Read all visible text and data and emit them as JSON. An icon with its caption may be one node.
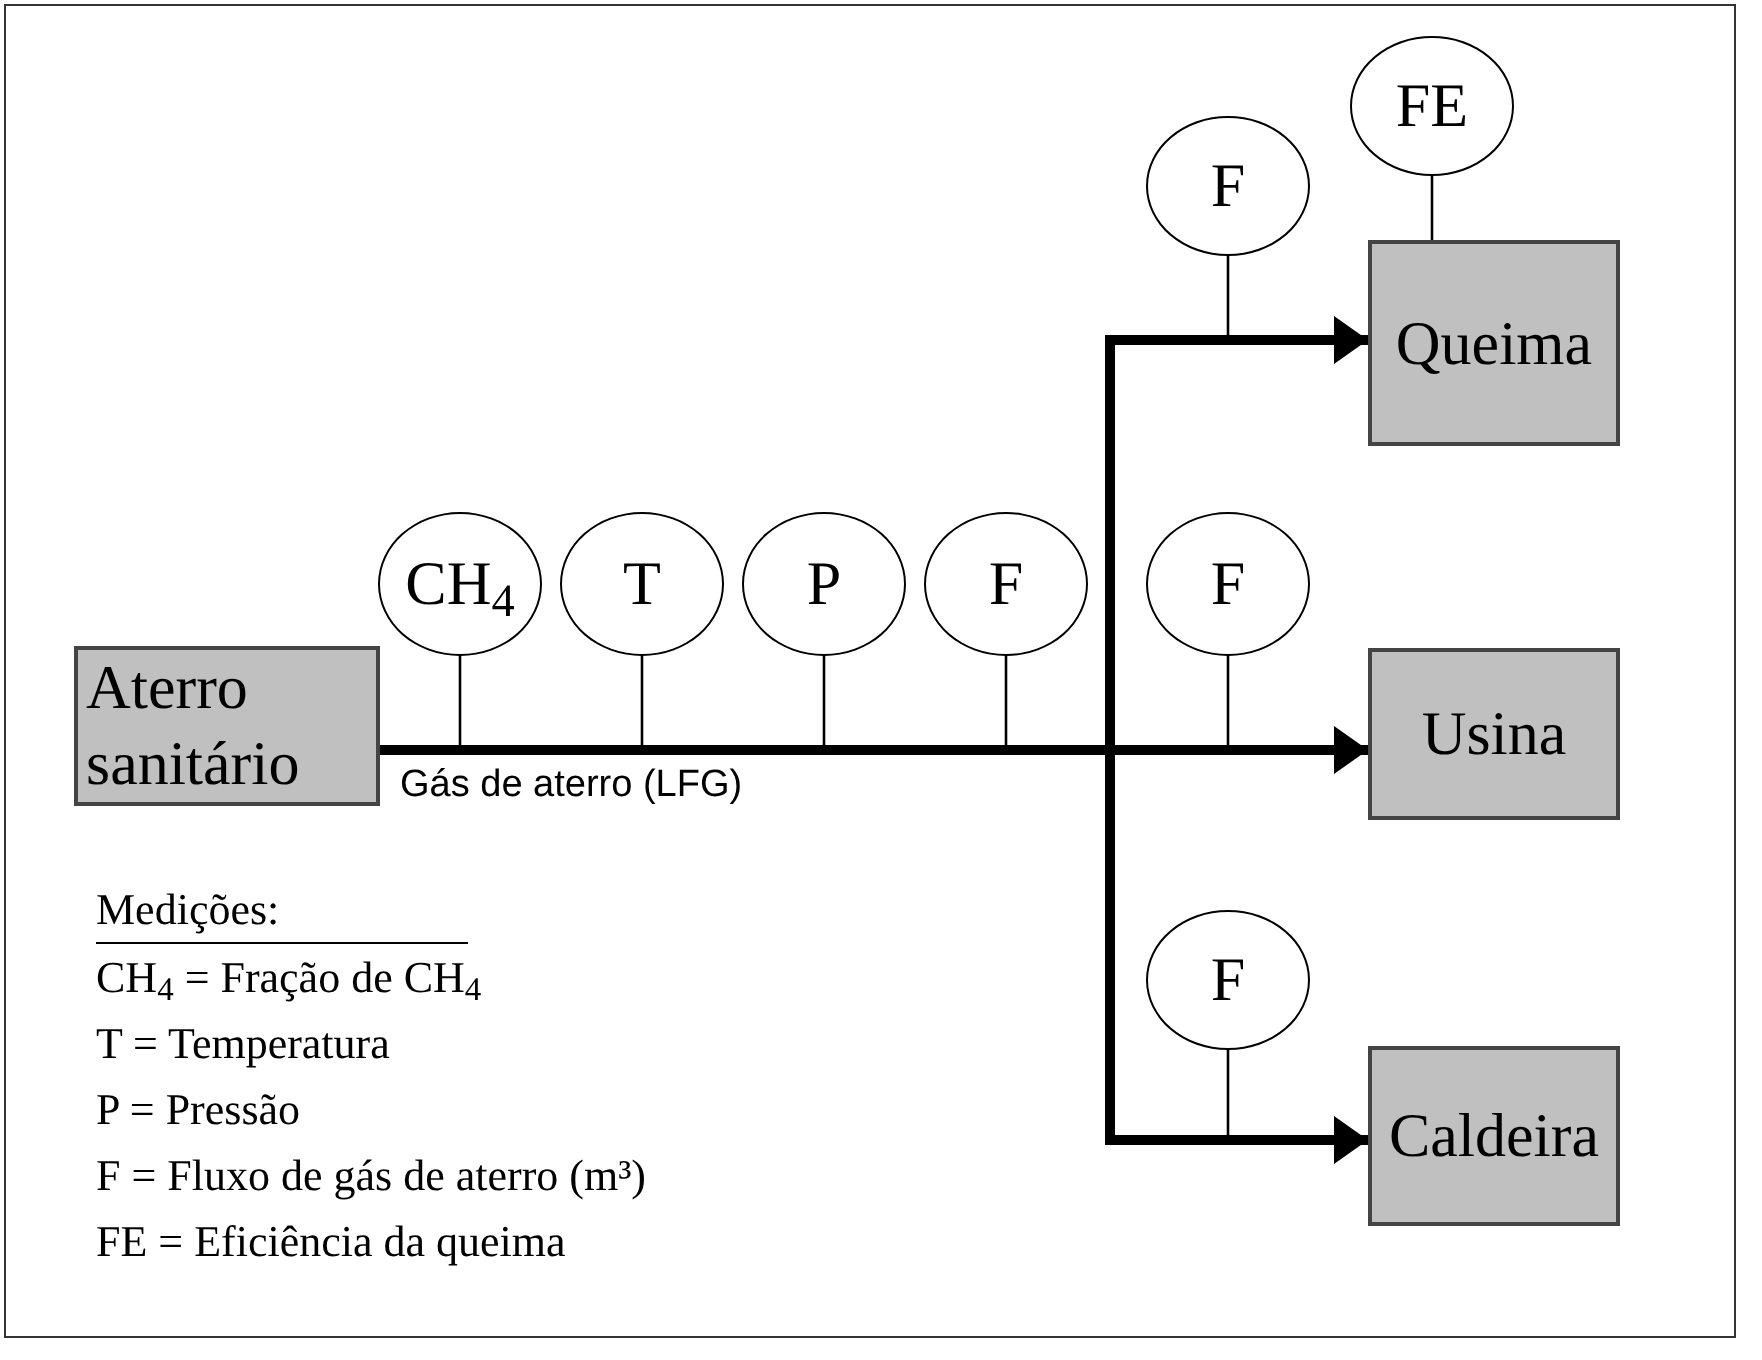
{
  "diagram": {
    "nodes": [
      {
        "text": [
          "Aterro sanitário"
        ]
      },
      {
        "text": [
          "Queima"
        ]
      },
      {
        "text": [
          "Usina"
        ]
      },
      {
        "text": [
          "Caldeira"
        ]
      },
      {
        "text": [
          "CH$_{4}$"
        ]
      },
      {
        "text": [
          "T"
        ]
      },
      {
        "text": [
          "P"
        ]
      },
      {
        "text": [
          "F"
        ]
      },
      {
        "text": [
          "F"
        ]
      },
      {
        "text": [
          "F"
        ]
      },
      {
        "text": [
          "FE"
        ]
      },
      {
        "text": [
          "F"
        ]
      }
    ],
    "edges": [
      {
        "from": 0,
        "to": 1,
        "arrow": "to",
        "style": "thick"
      },
      {
        "from": 0,
        "to": 2,
        "arrow": "to",
        "style": "thick"
      },
      {
        "from": 0,
        "to": 3,
        "arrow": "to",
        "style": "thick"
      },
      {
        "from": 4,
        "to": null,
        "arrow": "none"
      },
      {
        "from": 5,
        "to": null,
        "arrow": "none"
      },
      {
        "from": 6,
        "to": null,
        "arrow": "none"
      },
      {
        "from": 7,
        "to": null,
        "arrow": "none"
      },
      {
        "from": 8,
        "to": null,
        "arrow": "none"
      },
      {
        "from": 9,
        "to": null,
        "arrow": "none"
      },
      {
        "from": 10,
        "to": 1,
        "arrow": "none"
      },
      {
        "from": 11,
        "to": null,
        "arrow": "none"
      }
    ],
    "labels": [
      "Gás de aterro (LFG)",
      "Medições:",
      "CH$_{4}$ = Fração de CH$_{4}$",
      "T = Temperatura",
      "P = Pressão",
      "F = Fluxo de gás de aterro (m³)",
      "FE = Eficiência da queima"
    ]
  }
}
